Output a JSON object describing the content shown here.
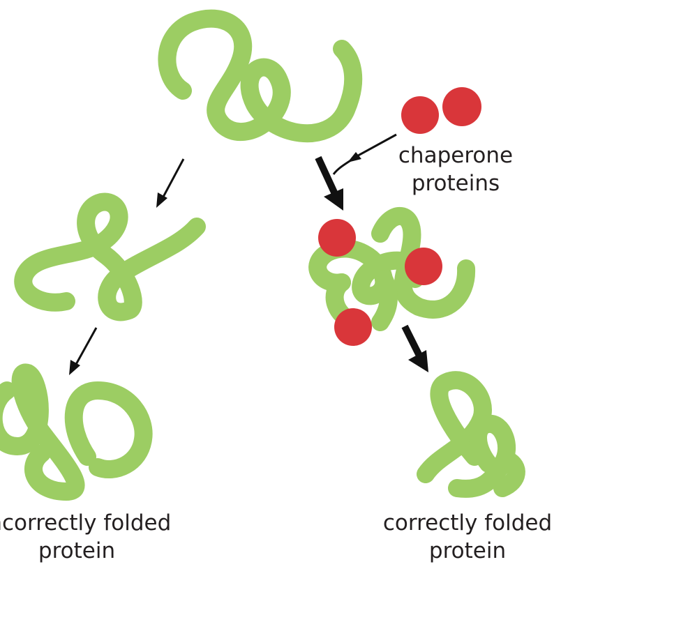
{
  "labels": {
    "chaperone": {
      "line1": "chaperone",
      "line2": "proteins"
    },
    "left_result": {
      "line1": "incorrectly folded",
      "line2": "protein"
    },
    "right_result": {
      "line1": "correctly folded",
      "line2": "protein"
    }
  },
  "colors": {
    "protein_green": "#9ccd63",
    "chaperone_red": "#d9363a",
    "arrow_black": "#111111",
    "background": "#ffffff"
  }
}
